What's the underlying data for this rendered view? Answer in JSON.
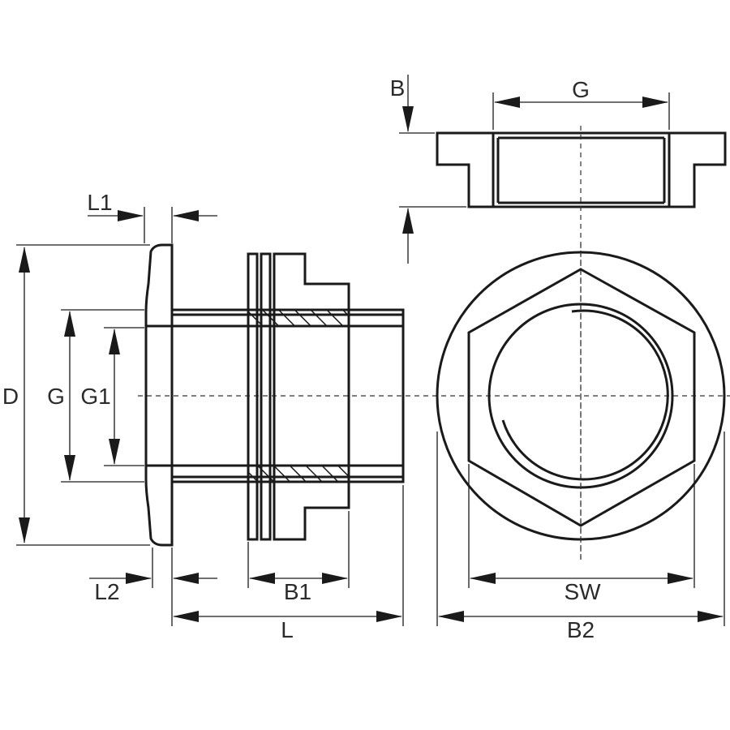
{
  "labels": {
    "B": "B",
    "G_top": "G",
    "L1": "L1",
    "D": "D",
    "G_side": "G",
    "G1": "G1",
    "L2": "L2",
    "B1": "B1",
    "L": "L",
    "SW": "SW",
    "B2": "B2"
  },
  "colors": {
    "line": "#1a1a1a",
    "background": "#ffffff"
  }
}
